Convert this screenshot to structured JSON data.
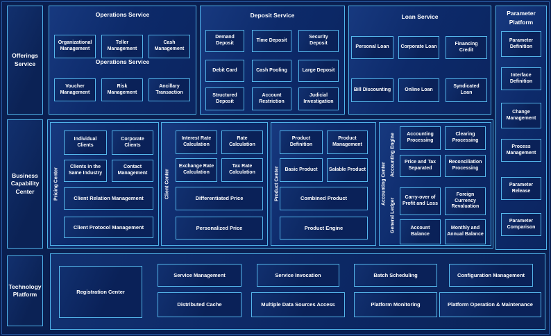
{
  "rail": {
    "offerings": "Offerings Service",
    "business": "Business Capability Center",
    "technology": "Technology Platform"
  },
  "operations": {
    "title": "Operations Service",
    "subtitle": "Operations Service",
    "boxes": [
      "Organizational Management",
      "Teller Management",
      "Cash Management",
      "Voucher Management",
      "Risk Management",
      "Ancillary Transaction"
    ]
  },
  "deposit": {
    "title": "Deposit Service",
    "boxes": [
      "Demand Deposit",
      "Time Deposit",
      "Security Deposit",
      "Debit Card",
      "Cash Pooling",
      "Large Deposit",
      "Structured Deposit",
      "Account Restriction",
      "Judicial Investigation"
    ]
  },
  "loan": {
    "title": "Loan Service",
    "boxes": [
      "Personal Loan",
      "Corporate Loan",
      "Financing Credit",
      "Bill Discounting",
      "Online Loan",
      "Syndicated Loan"
    ]
  },
  "parameter": {
    "title": "Parameter Platform",
    "boxes": [
      "Parameter Definition",
      "Interface Definition",
      "Change Management",
      "Process Management",
      "Parameter Release",
      "Parameter Comparison"
    ]
  },
  "pricing": {
    "label": "Pricing Center",
    "boxes": [
      "Individual Clients",
      "Corporate Clients",
      "Clients in the Same Industry",
      "Contact Management",
      "Client Relation Management",
      "Client Protocol Management"
    ]
  },
  "client": {
    "label": "Client Center",
    "boxes": [
      "Interest Rate Calculation",
      "Rate Calculation",
      "Exchange Rate Calculation",
      "Tax Rate Calculation",
      "Differentiated Price",
      "Personalized Price"
    ]
  },
  "product": {
    "label": "Product Center",
    "boxes": [
      "Product Definition",
      "Product Management",
      "Basic Product",
      "Salable Product",
      "Combined Product",
      "Product Engine"
    ]
  },
  "accounting": {
    "label": "Accounting Center",
    "engine_label": "Accounting Engine",
    "ledger_label": "General Ledger",
    "boxes": [
      "Accounting Processing",
      "Clearing Processing",
      "Price and Tax Separated",
      "Reconciliation Processing",
      "Carry-over of Profit and Loss",
      "Foreign Currency Revaluation",
      "Account Balance",
      "Monthly and Annual Balance"
    ]
  },
  "technology": {
    "registration": "Registration Center",
    "boxes": [
      "Service Management",
      "Service Invocation",
      "Batch Scheduling",
      "Configuration Management",
      "Distributed Cache",
      "Multiple Data Sources Access",
      "Platform Monitoring",
      "Platform Operation & Maintenance"
    ]
  },
  "colors": {
    "background": "#0A1F50",
    "panel": "#0D2A6A",
    "box_fill": "#0A2158",
    "border": "#4FB3EA",
    "text": "#FFFFFF"
  }
}
